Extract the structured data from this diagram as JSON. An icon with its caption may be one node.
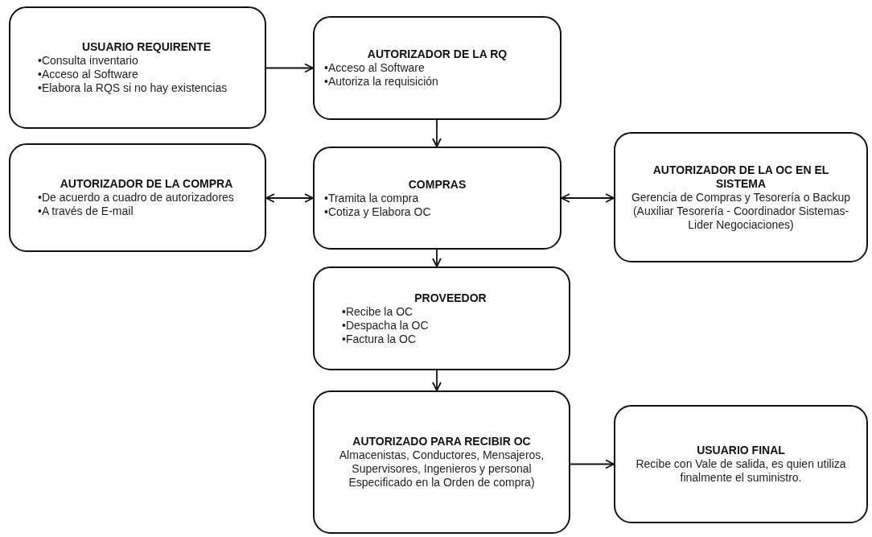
{
  "diagram": {
    "nodes": [
      {
        "text": [
          "USUARIO REQUIRENTE",
          "•Consulta inventario",
          "•Acceso al Software",
          "•Elabora la RQS si no hay existencias"
        ]
      },
      {
        "text": [
          "AUTORIZADOR DE LA RQ",
          "•Acceso al Software",
          "•Autoriza la requisición"
        ]
      },
      {
        "text": [
          "AUTORIZADOR DE LA COMPRA",
          "•De acuerdo a cuadro de autorizadores",
          "•A través de E-mail"
        ]
      },
      {
        "text": [
          "COMPRAS",
          "•Tramita la compra",
          "•Cotiza y Elabora OC"
        ]
      },
      {
        "text": [
          "AUTORIZADOR DE LA OC EN EL SISTEMA",
          "Gerencia de Compras y Tesorería o Backup (Auxiliar Tesorería - Coordinador Sistemas-Lider Negociaciones)"
        ]
      },
      {
        "text": [
          "PROVEEDOR",
          "•Recibe la OC",
          "•Despacha la OC",
          "•Factura la OC"
        ]
      },
      {
        "text": [
          "AUTORIZADO PARA RECIBIR OC",
          "Almacenistas, Conductores, Mensajeros, Supervisores, Ingenieros y personal Especificado en la Orden de compra)"
        ]
      },
      {
        "text": [
          "USUARIO FINAL",
          "Recibe con Vale de salida, es quien utiliza finalmente el suministro."
        ]
      }
    ],
    "edges": [
      {
        "from": 0,
        "to": 1,
        "arrow": "to"
      },
      {
        "from": 1,
        "to": 3,
        "arrow": "to"
      },
      {
        "from": 2,
        "to": 3,
        "arrow": "both"
      },
      {
        "from": 3,
        "to": 4,
        "arrow": "both"
      },
      {
        "from": 3,
        "to": 5,
        "arrow": "to"
      },
      {
        "from": 5,
        "to": 6,
        "arrow": "to"
      },
      {
        "from": 6,
        "to": 7,
        "arrow": "to"
      }
    ]
  }
}
